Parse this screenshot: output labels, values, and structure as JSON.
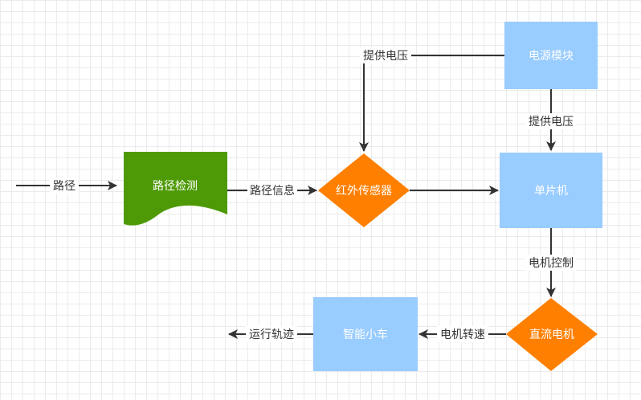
{
  "nodes": {
    "path_detect": "路径检测",
    "ir_sensor": "红外传感器",
    "power_module": "电源模块",
    "mcu": "单片机",
    "dc_motor": "直流电机",
    "smart_car": "智能小车"
  },
  "edges": {
    "path_in": "路径",
    "path_info": "路径信息",
    "supply_voltage_ir": "提供电压",
    "supply_voltage_mcu": "提供电压",
    "motor_control": "电机控制",
    "motor_speed": "电机转速",
    "trajectory": "运行轨迹"
  },
  "colors": {
    "green": "#4e9a06",
    "orange": "#ff8000",
    "blue": "#99ccff",
    "line": "#333333"
  }
}
